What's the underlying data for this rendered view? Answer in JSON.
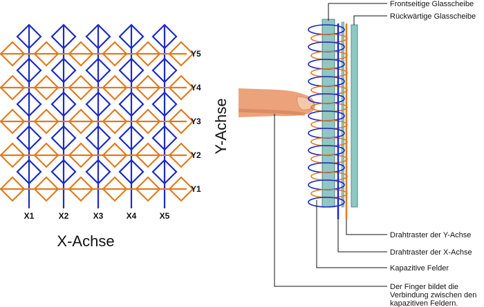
{
  "colors": {
    "x_wire": "#1a2bc2",
    "y_wire": "#e07a1f",
    "glass": "#8fc7c4",
    "glass_edge": "#4f8886",
    "finger": "#eca27a",
    "finger_dark": "#c9714b",
    "nail": "#f4c9aa"
  },
  "grid": {
    "x_labels": [
      "X1",
      "X2",
      "X3",
      "X4",
      "X5"
    ],
    "y_labels": [
      "Y5",
      "Y4",
      "Y3",
      "Y2",
      "Y1"
    ],
    "x_axis_title": "X-Achse"
  },
  "cross_section": {
    "y_axis_title": "Y-Achse",
    "labels": {
      "front_glass": "Frontseitige Glasscheibe",
      "back_glass": "Rückwärtige Glasscheibe",
      "y_wire_grid": "Drahtraster der Y-Achse",
      "x_wire_grid": "Drahtraster der X-Achse",
      "capacitive_fields": "Kapazitive Felder",
      "finger_note": [
        "Der Finger bildet die",
        "Verbindung zwischen den",
        "kapazitiven Feldern."
      ]
    }
  }
}
